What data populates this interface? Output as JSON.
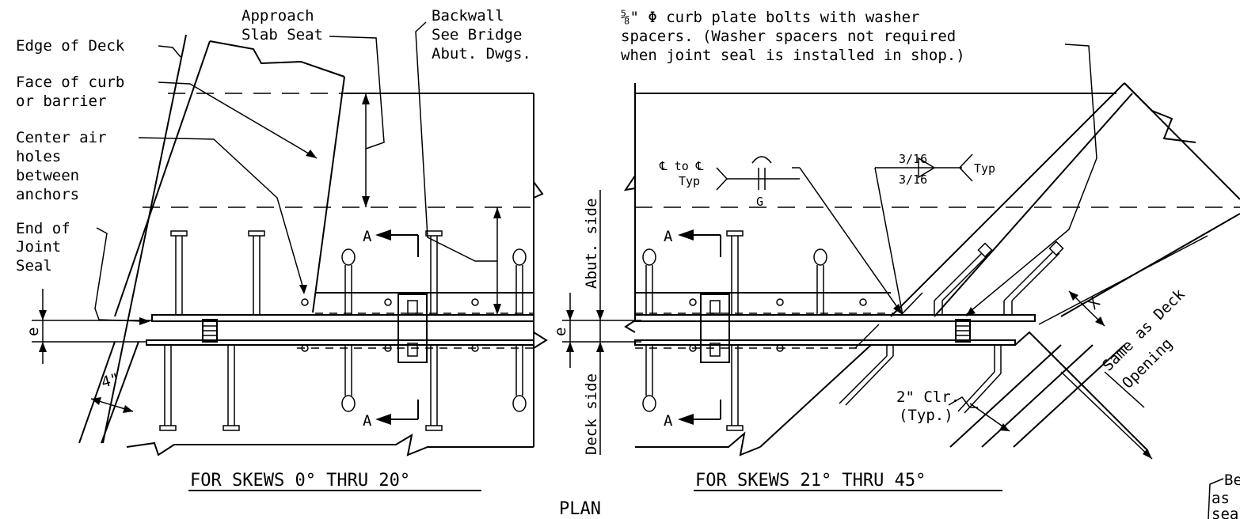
{
  "labels": {
    "edge_of_deck": "Edge of Deck",
    "face_of_curb_1": "Face of curb",
    "face_of_curb_2": "or barrier",
    "center_air_1": "Center air",
    "center_air_2": "holes",
    "center_air_3": "between",
    "center_air_4": "anchors",
    "end_joint_1": "End of",
    "end_joint_2": "Joint",
    "end_joint_3": "Seal",
    "approach_1": "Approach",
    "approach_2": "Slab Seat",
    "backwall_1": "Backwall",
    "backwall_2": "See Bridge",
    "backwall_3": "Abut. Dwgs.",
    "curb_plate_1": "⅝\" Φ curb plate bolts with washer",
    "curb_plate_2": "spacers. (Washer spacers not required",
    "curb_plate_3": "when joint seal is installed in shop.)",
    "pl_to_pl_1": "℄ to ℄",
    "pl_to_pl_2": "Typ",
    "weld_g": "G",
    "weld_top": "3/16",
    "weld_bot": "3/16",
    "weld_typ": "Typ",
    "abut_side": "Abut. side",
    "deck_side": "Deck side",
    "dim_e": "e",
    "dim_4in": "4\"",
    "dim_x": "X",
    "same_as_deck_1": "Same as Deck",
    "same_as_deck_2": "Opening",
    "clr_1": "2\" Clr.",
    "clr_2": "(Typ.)",
    "section_a": "A",
    "bend_note_1": "Bend joint se",
    "bend_note_2": "as shown and",
    "bend_note_3": "seal ends bef"
  },
  "titles": {
    "skews_left": "FOR SKEWS 0° THRU 20°",
    "skews_right": "FOR SKEWS 21° THRU 45°",
    "plan": "PLAN"
  }
}
